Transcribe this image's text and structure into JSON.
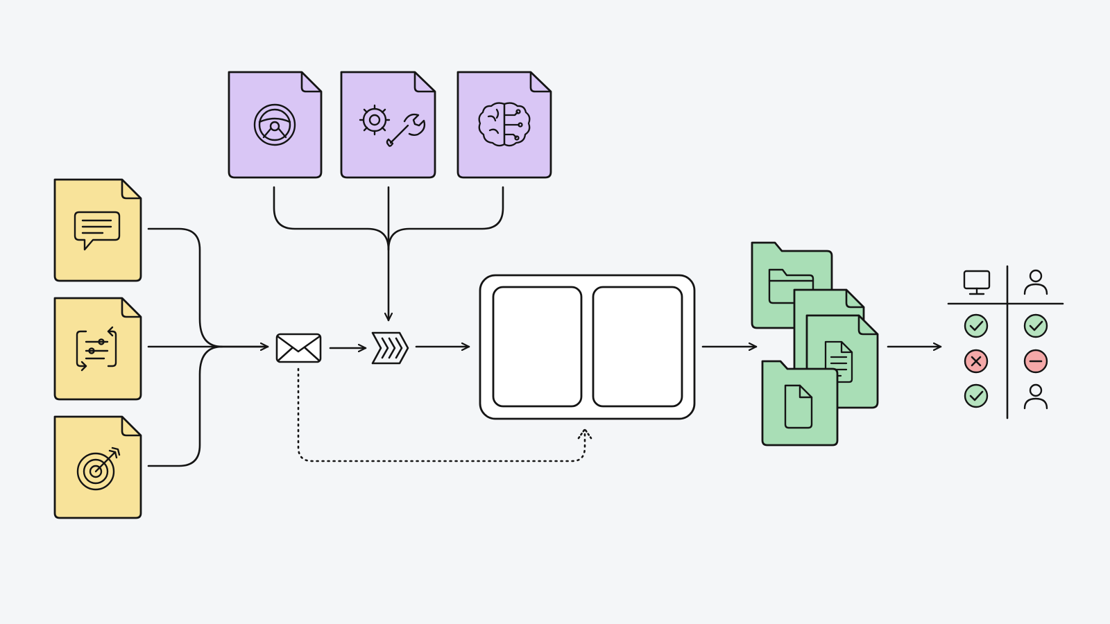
{
  "colors": {
    "background": "#f4f6f8",
    "stroke": "#141414",
    "purple_fill": "#d9c6f5",
    "yellow_fill": "#f8e39a",
    "green_fill": "#a9deb6",
    "white_fill": "#ffffff",
    "check_fill": "#b6e3bf",
    "cross_fill": "#f4a8a8"
  },
  "inputs": {
    "items": [
      {
        "icon": "chat-bubble-icon"
      },
      {
        "icon": "sliders-swap-icon"
      },
      {
        "icon": "target-arrow-icon"
      }
    ]
  },
  "tools": {
    "items": [
      {
        "icon": "steering-wheel-icon"
      },
      {
        "icon": "gear-wrench-icon"
      },
      {
        "icon": "brain-circuit-icon"
      }
    ]
  },
  "pipeline": {
    "steps": [
      {
        "icon": "envelope-icon"
      },
      {
        "icon": "chevrons-right-icon"
      }
    ],
    "workspace_panels": 2
  },
  "outputs": {
    "icons": [
      "folder-icon",
      "file-text-icon",
      "file-icon"
    ]
  },
  "review_table": {
    "header_icons": [
      "monitor-icon",
      "person-icon"
    ],
    "rows": [
      {
        "left": "check",
        "right": "check"
      },
      {
        "left": "cross",
        "right": "minus"
      },
      {
        "left": "check",
        "right": "person"
      }
    ]
  }
}
